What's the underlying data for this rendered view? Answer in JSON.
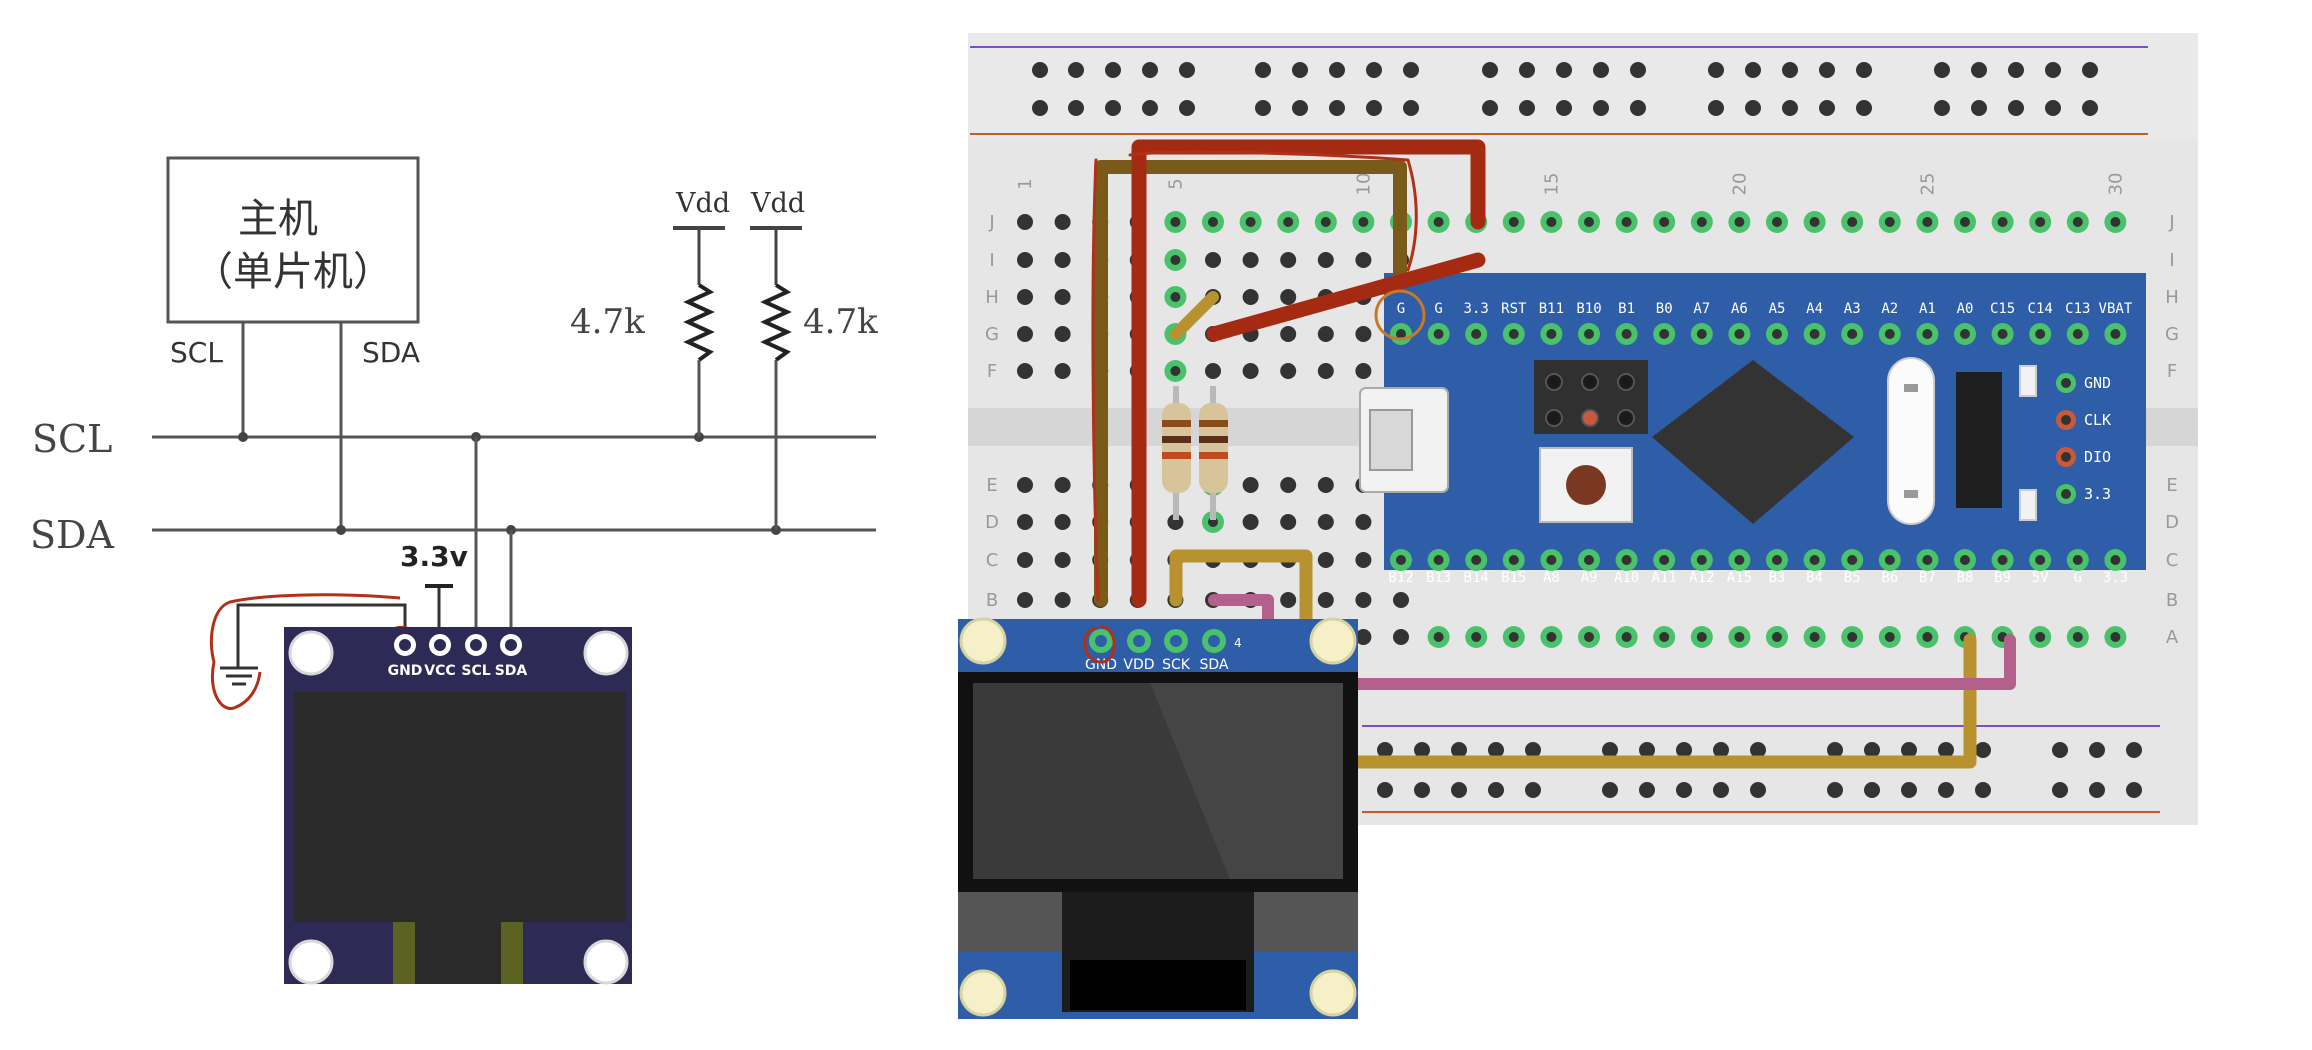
{
  "schematic": {
    "host_line1": "主机",
    "host_line2": "（单片机）",
    "host_scl_label": "SCL",
    "host_sda_label": "SDA",
    "bus_scl": "SCL",
    "bus_sda": "SDA",
    "vdd_left": "Vdd",
    "vdd_right": "Vdd",
    "res_left": "4.7k",
    "res_right": "4.7k",
    "supply_handwritten": "3.3v"
  },
  "oled_left": {
    "pins": [
      "GND",
      "VCC",
      "SCL",
      "SDA"
    ]
  },
  "breadboard": {
    "col_numbers": [
      "1",
      "5",
      "10",
      "15",
      "20",
      "25",
      "30"
    ],
    "row_letters_top": [
      "J",
      "I",
      "H",
      "G",
      "F"
    ],
    "row_letters_bottom": [
      "E",
      "D",
      "C",
      "B",
      "A"
    ]
  },
  "stm32": {
    "top_pins": [
      "G",
      "G",
      "3.3",
      "RST",
      "B11",
      "B10",
      "B1",
      "B0",
      "A7",
      "A6",
      "A5",
      "A4",
      "A3",
      "A2",
      "A1",
      "A0",
      "C15",
      "C14",
      "C13",
      "VBAT"
    ],
    "bottom_pins": [
      "B12",
      "B13",
      "B14",
      "B15",
      "A8",
      "A9",
      "A10",
      "A11",
      "A12",
      "A15",
      "B3",
      "B4",
      "B5",
      "B6",
      "B7",
      "B8",
      "B9",
      "5V",
      "G",
      "3.3"
    ],
    "swd_pins": [
      "GND",
      "CLK",
      "DIO",
      "3.3"
    ]
  },
  "oled_right": {
    "pins": [
      "GND",
      "VDD",
      "SCK",
      "SDA"
    ],
    "pin_number": "4"
  },
  "colors": {
    "pcb_purple": "#2d2a55",
    "pcb_blue": "#2f5ea8",
    "wire_red": "#a52a12",
    "wire_olive": "#7a5a1a",
    "wire_gold": "#b8922e",
    "wire_pink": "#b4608c",
    "hole_green": "#4ac26b"
  }
}
